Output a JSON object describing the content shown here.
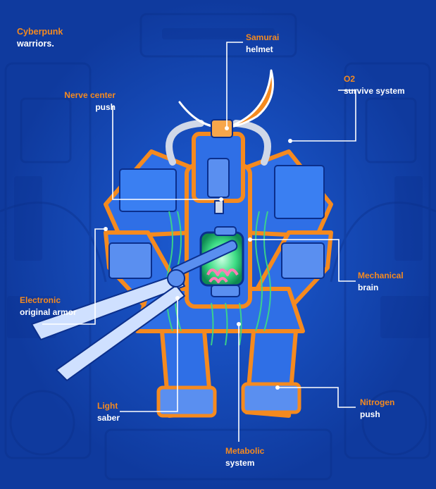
{
  "title": {
    "line1": "Cyberpunk",
    "line2": "warriors."
  },
  "labels": {
    "helmet": {
      "title": "Samurai",
      "sub": "helmet"
    },
    "o2": {
      "title": "O2",
      "sub": "survive system"
    },
    "nerve": {
      "title": "Nerve center",
      "sub": "push"
    },
    "mechanical": {
      "title": "Mechanical",
      "sub": "brain"
    },
    "electronic": {
      "title": "Electronic",
      "sub": "original armor"
    },
    "light": {
      "title": "Light",
      "sub": "saber"
    },
    "nitrogen": {
      "title": "Nitrogen",
      "sub": "push"
    },
    "metabolic": {
      "title": "Metabolic",
      "sub": "system"
    }
  },
  "colors": {
    "background": "#1346b8",
    "orange": "#f58a1f",
    "white": "#ffffff",
    "armor": "#2f6fe6",
    "armor_dark": "#123a9c",
    "green": "#3ddc84"
  }
}
